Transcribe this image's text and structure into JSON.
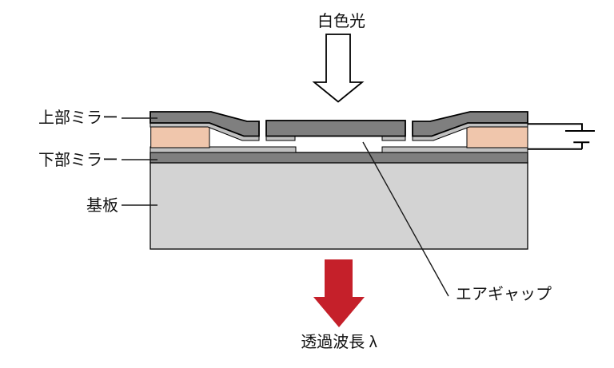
{
  "labels": {
    "white_light": "白色光",
    "upper_mirror": "上部ミラー",
    "lower_mirror": "下部ミラー",
    "substrate": "基板",
    "air_gap": "エアギャップ",
    "transmitted_wavelength": "透過波長 λ"
  },
  "colors": {
    "background": "#ffffff",
    "mirror_dark_gray": "#7f7f7f",
    "mirror_light_gray": "#c0c0c0",
    "substrate_gray": "#d3d3d3",
    "spacer_pink": "#f0c6ac",
    "arrow_red": "#c5202a",
    "arrow_white": "#ffffff"
  }
}
